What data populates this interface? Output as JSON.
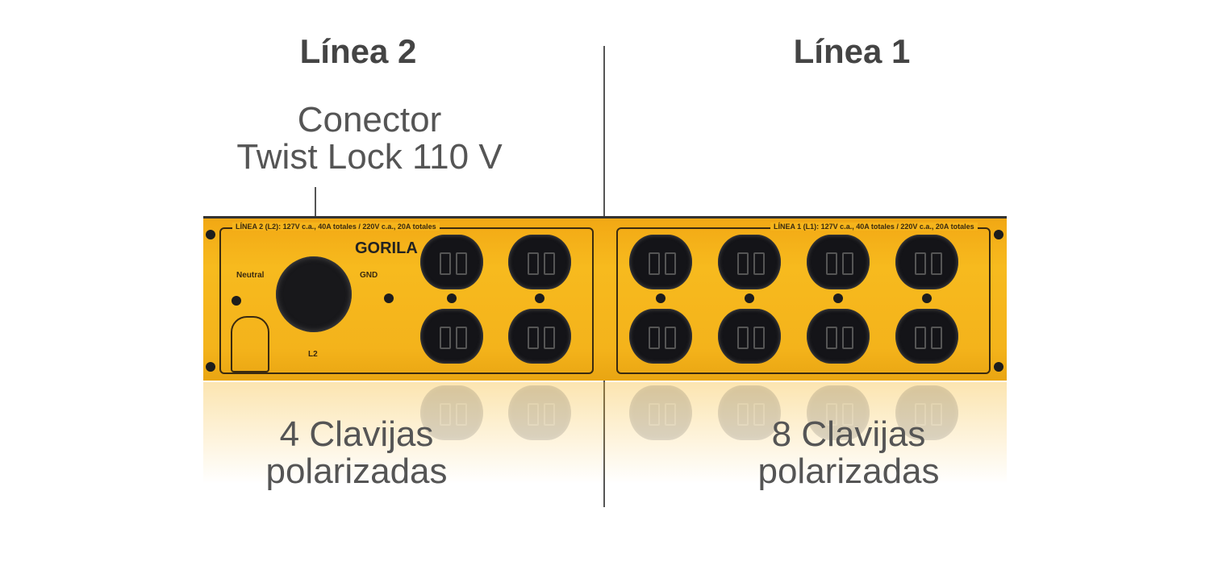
{
  "line2": {
    "title": "Línea 2",
    "connector": [
      "Conector",
      "Twist Lock 110 V"
    ],
    "outlets": [
      "4 Clavijas",
      "polarizadas"
    ],
    "panel_label": "LÍNEA 2 (L2): 127V c.a., 40A totales / 220V c.a., 20A totales",
    "neutral": "Neutral",
    "gnd": "GND",
    "l2": "L2",
    "brand": "GORILA"
  },
  "line1": {
    "title": "Línea 1",
    "outlets": [
      "8 Clavijas",
      "polarizadas"
    ],
    "panel_label": "LÍNEA 1 (L1): 127V c.a., 40A totales / 220V c.a., 20A totales"
  },
  "colors": {
    "panel": "#f5b41b",
    "outlet": "#141418"
  }
}
